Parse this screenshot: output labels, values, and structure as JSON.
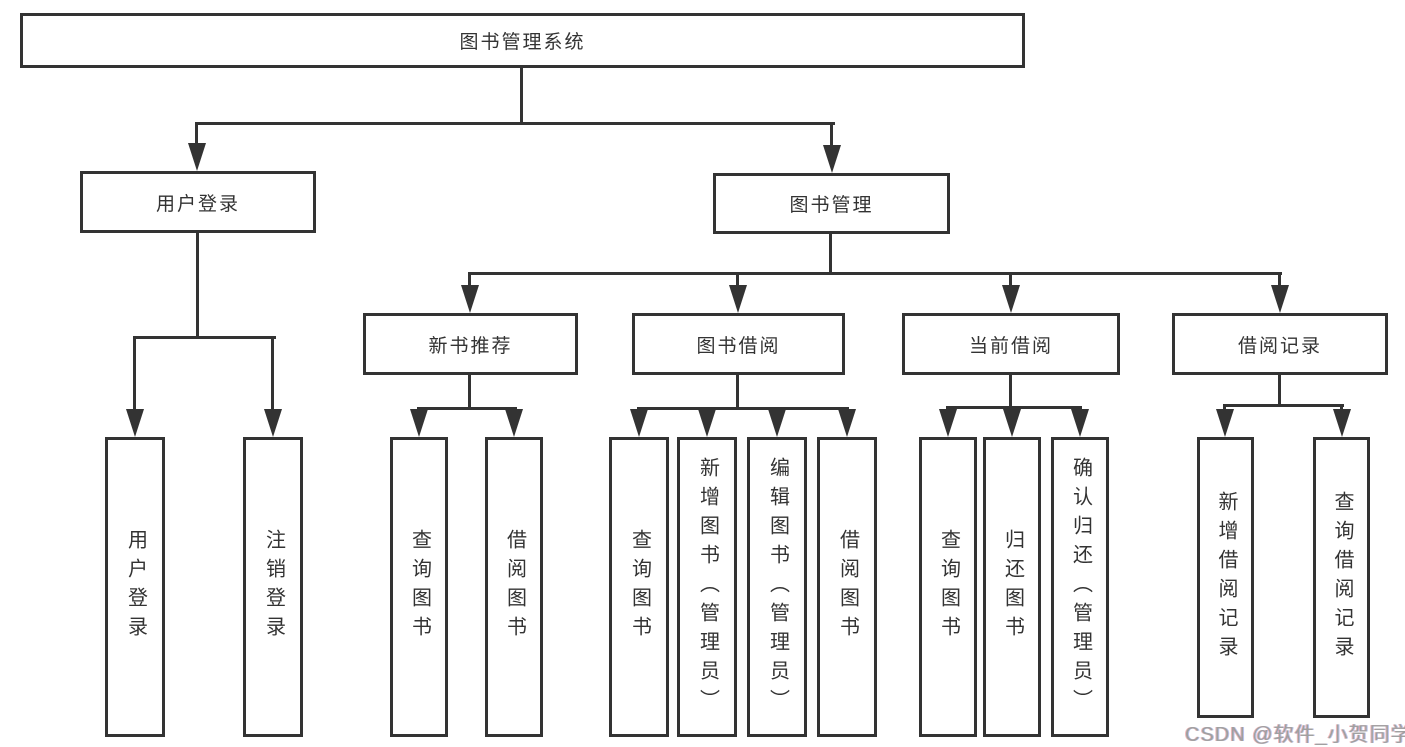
{
  "tree": {
    "root": "图书管理系统",
    "children": [
      {
        "label": "用户登录",
        "children": [
          "用户登录",
          "注销登录"
        ]
      },
      {
        "label": "图书管理",
        "children": [
          {
            "label": "新书推荐",
            "children": [
              "查询图书",
              "借阅图书"
            ]
          },
          {
            "label": "图书借阅",
            "children": [
              "查询图书",
              "新增图书（管理员）",
              "编辑图书（管理员）",
              "借阅图书"
            ]
          },
          {
            "label": "当前借阅",
            "children": [
              "查询图书",
              "归还图书",
              "确认归还（管理员）"
            ]
          },
          {
            "label": "借阅记录",
            "children": [
              "新增借阅记录",
              "查询借阅记录"
            ]
          }
        ]
      }
    ]
  },
  "watermark": {
    "text": "CSDN @软件_小贺同学"
  },
  "colors": {
    "line": "#333333",
    "box_border": "#333333",
    "text": "#333333",
    "background": "#ffffff",
    "watermark": "#a0a0a0"
  }
}
